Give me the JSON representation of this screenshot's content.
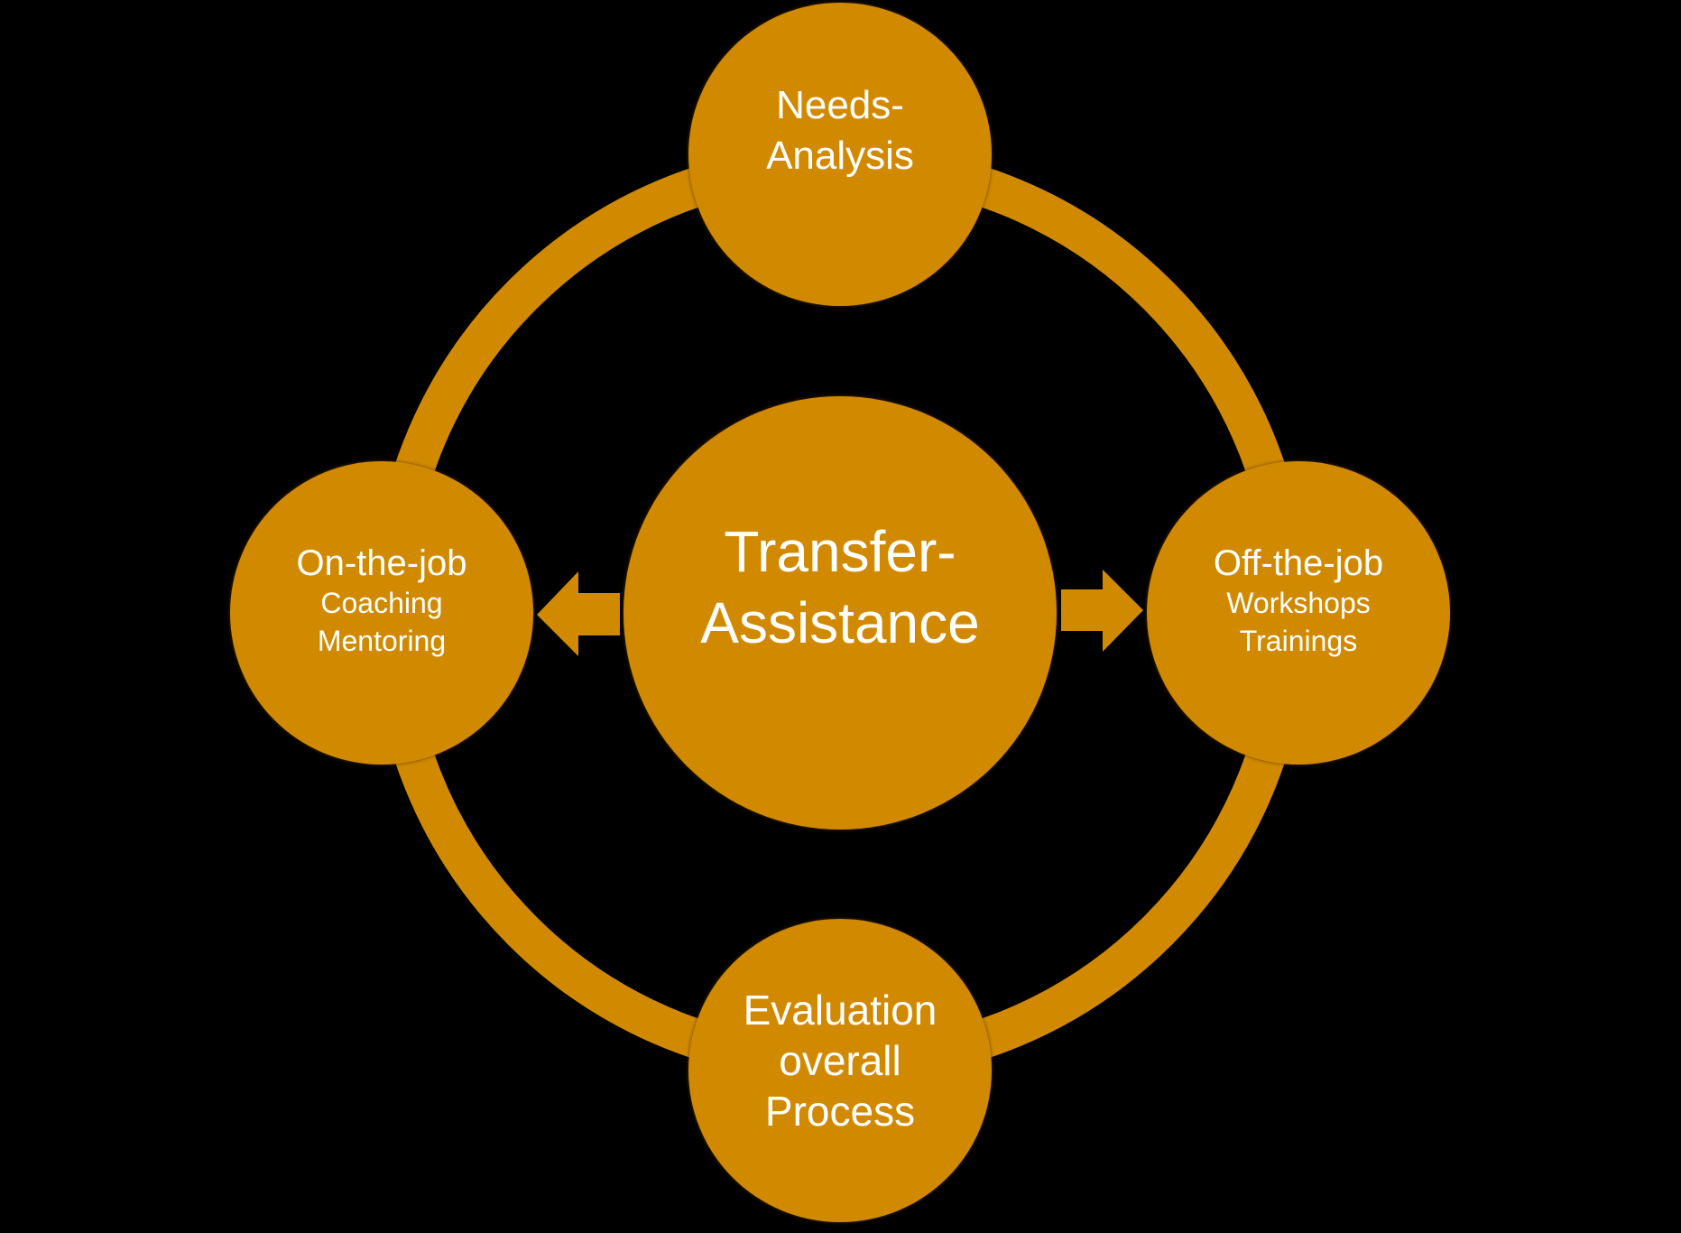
{
  "diagram": {
    "type": "cycle-with-hub",
    "colors": {
      "background": "#000000",
      "shape_fill": "#D18A00",
      "text": "#FFFFFF"
    },
    "center": {
      "lines": [
        "Transfer-",
        "Assistance"
      ]
    },
    "nodes": {
      "top": {
        "lines": [
          "Needs-",
          "Analysis"
        ]
      },
      "left": {
        "title": "On-the-job",
        "items": [
          "Coaching",
          "Mentoring"
        ]
      },
      "right": {
        "title": "Off-the-job",
        "items": [
          "Workshops",
          "Trainings"
        ]
      },
      "bottom": {
        "lines": [
          "Evaluation",
          "overall",
          "Process"
        ]
      }
    },
    "arrows": [
      {
        "from": "center",
        "to": "left",
        "icon": "arrow-left-icon"
      },
      {
        "from": "center",
        "to": "right",
        "icon": "arrow-right-icon"
      }
    ]
  }
}
